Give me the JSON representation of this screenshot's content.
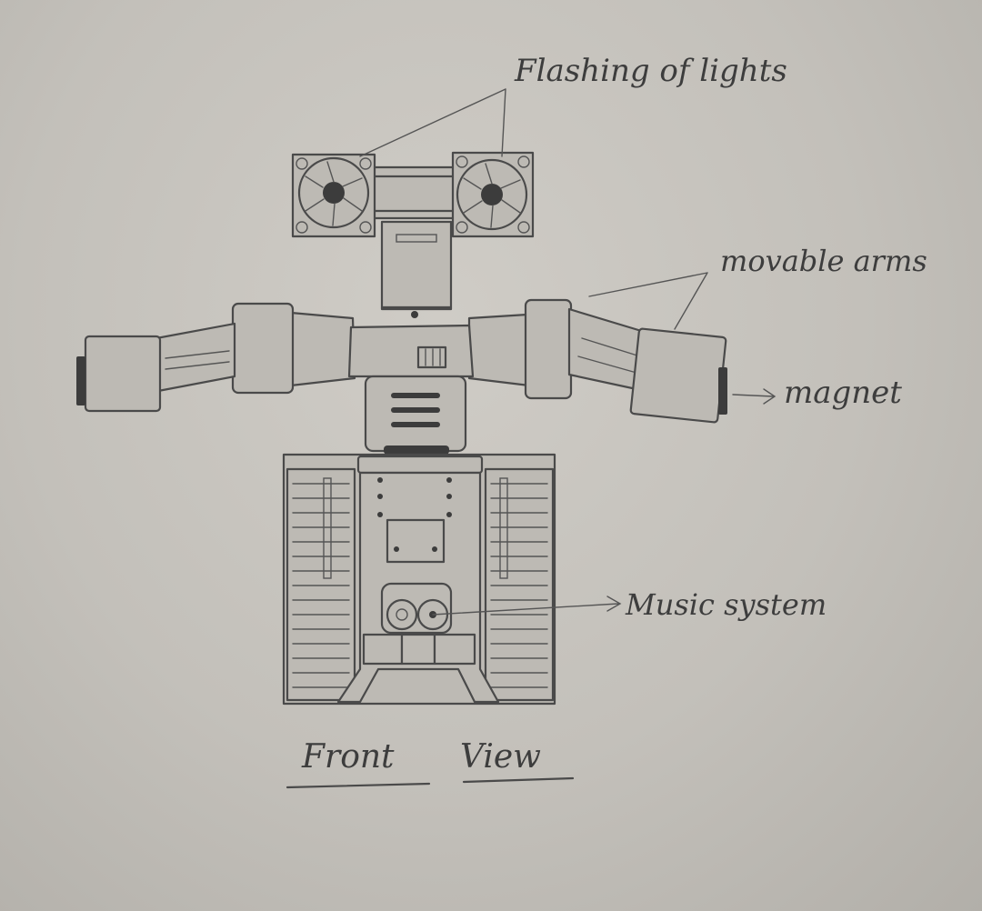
{
  "labels": {
    "lights": "Flashing of lights",
    "arms": "movable arms",
    "magnet": "magnet",
    "music": "Music system"
  },
  "caption": {
    "word1": "Front",
    "word2": "View"
  },
  "colors": {
    "paper": "#c6c3bd",
    "pencil": "#4a4a4a"
  }
}
